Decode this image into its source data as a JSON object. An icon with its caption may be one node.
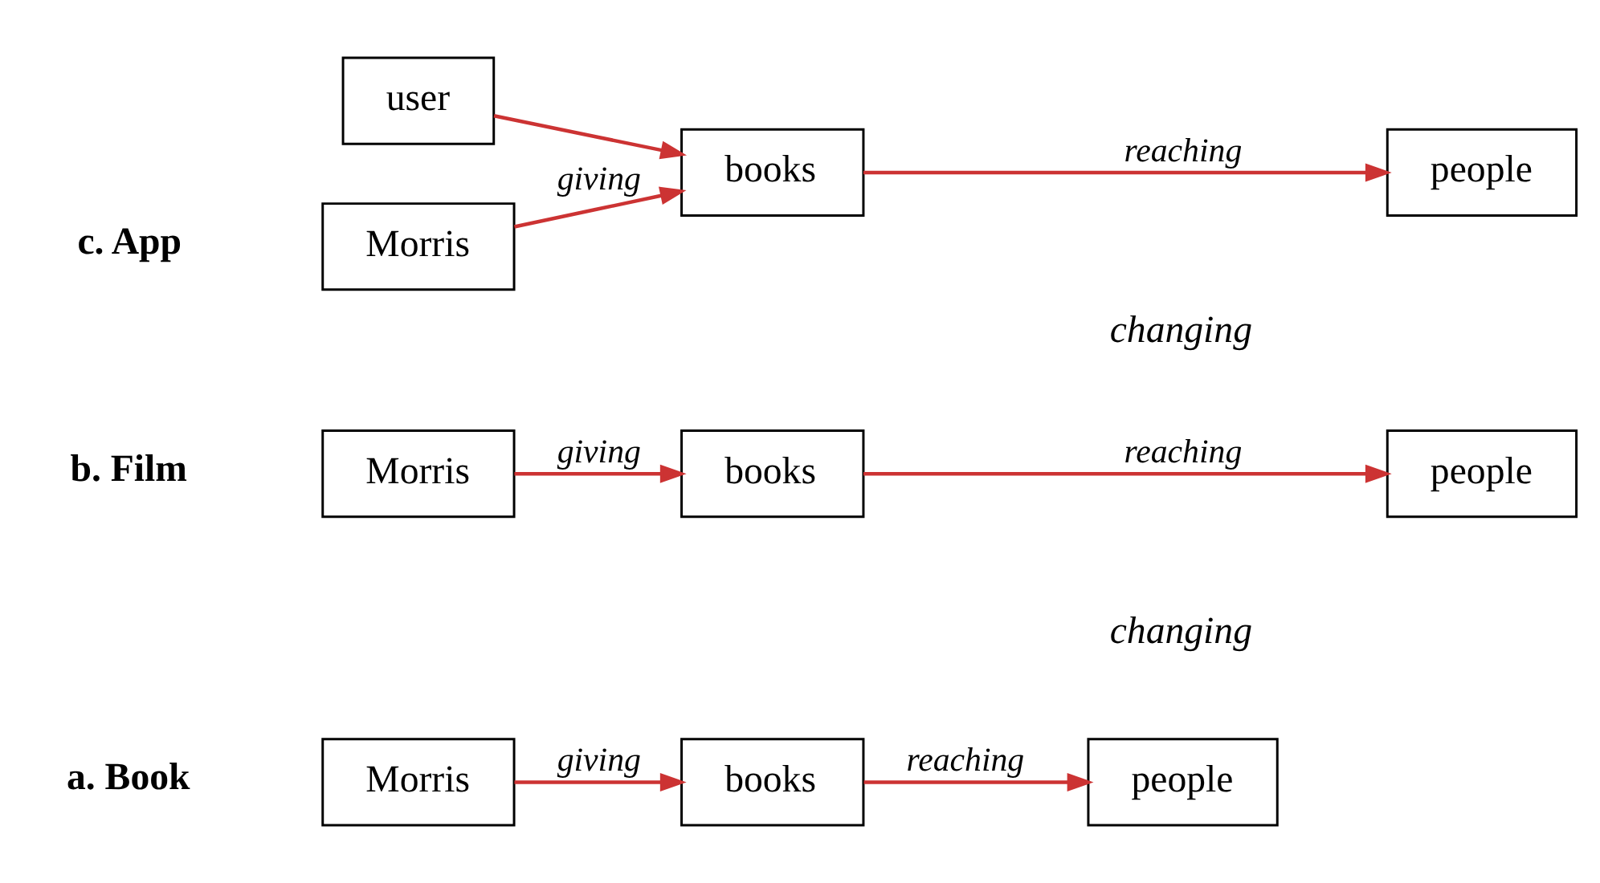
{
  "diagram": {
    "nodes": [
      {
        "text": [
          "Morris"
        ]
      },
      {
        "text": [
          "books"
        ]
      },
      {
        "text": [
          "people"
        ]
      },
      {
        "text": [
          "Morris"
        ]
      },
      {
        "text": [
          "books"
        ]
      },
      {
        "text": [
          "people"
        ]
      },
      {
        "text": [
          "Morris"
        ]
      },
      {
        "text": [
          "user"
        ]
      },
      {
        "text": [
          "books"
        ]
      },
      {
        "text": [
          "people"
        ]
      }
    ],
    "edges": [
      {
        "from": 0,
        "to": 1,
        "arrow": "to",
        "label": "giving"
      },
      {
        "from": 1,
        "to": 2,
        "arrow": "to",
        "label": "reaching"
      },
      {
        "from": 3,
        "to": 4,
        "arrow": "to",
        "label": "giving"
      },
      {
        "from": 4,
        "to": 5,
        "arrow": "to",
        "label": "reaching"
      },
      {
        "from": 6,
        "to": 8,
        "arrow": "to",
        "label": "giving"
      },
      {
        "from": 7,
        "to": 8,
        "arrow": "to"
      },
      {
        "from": 8,
        "to": 9,
        "arrow": "to",
        "label": "reaching"
      }
    ],
    "labels": [
      "a. Book",
      "b. Film",
      "changing",
      "c. App",
      "changing"
    ]
  }
}
